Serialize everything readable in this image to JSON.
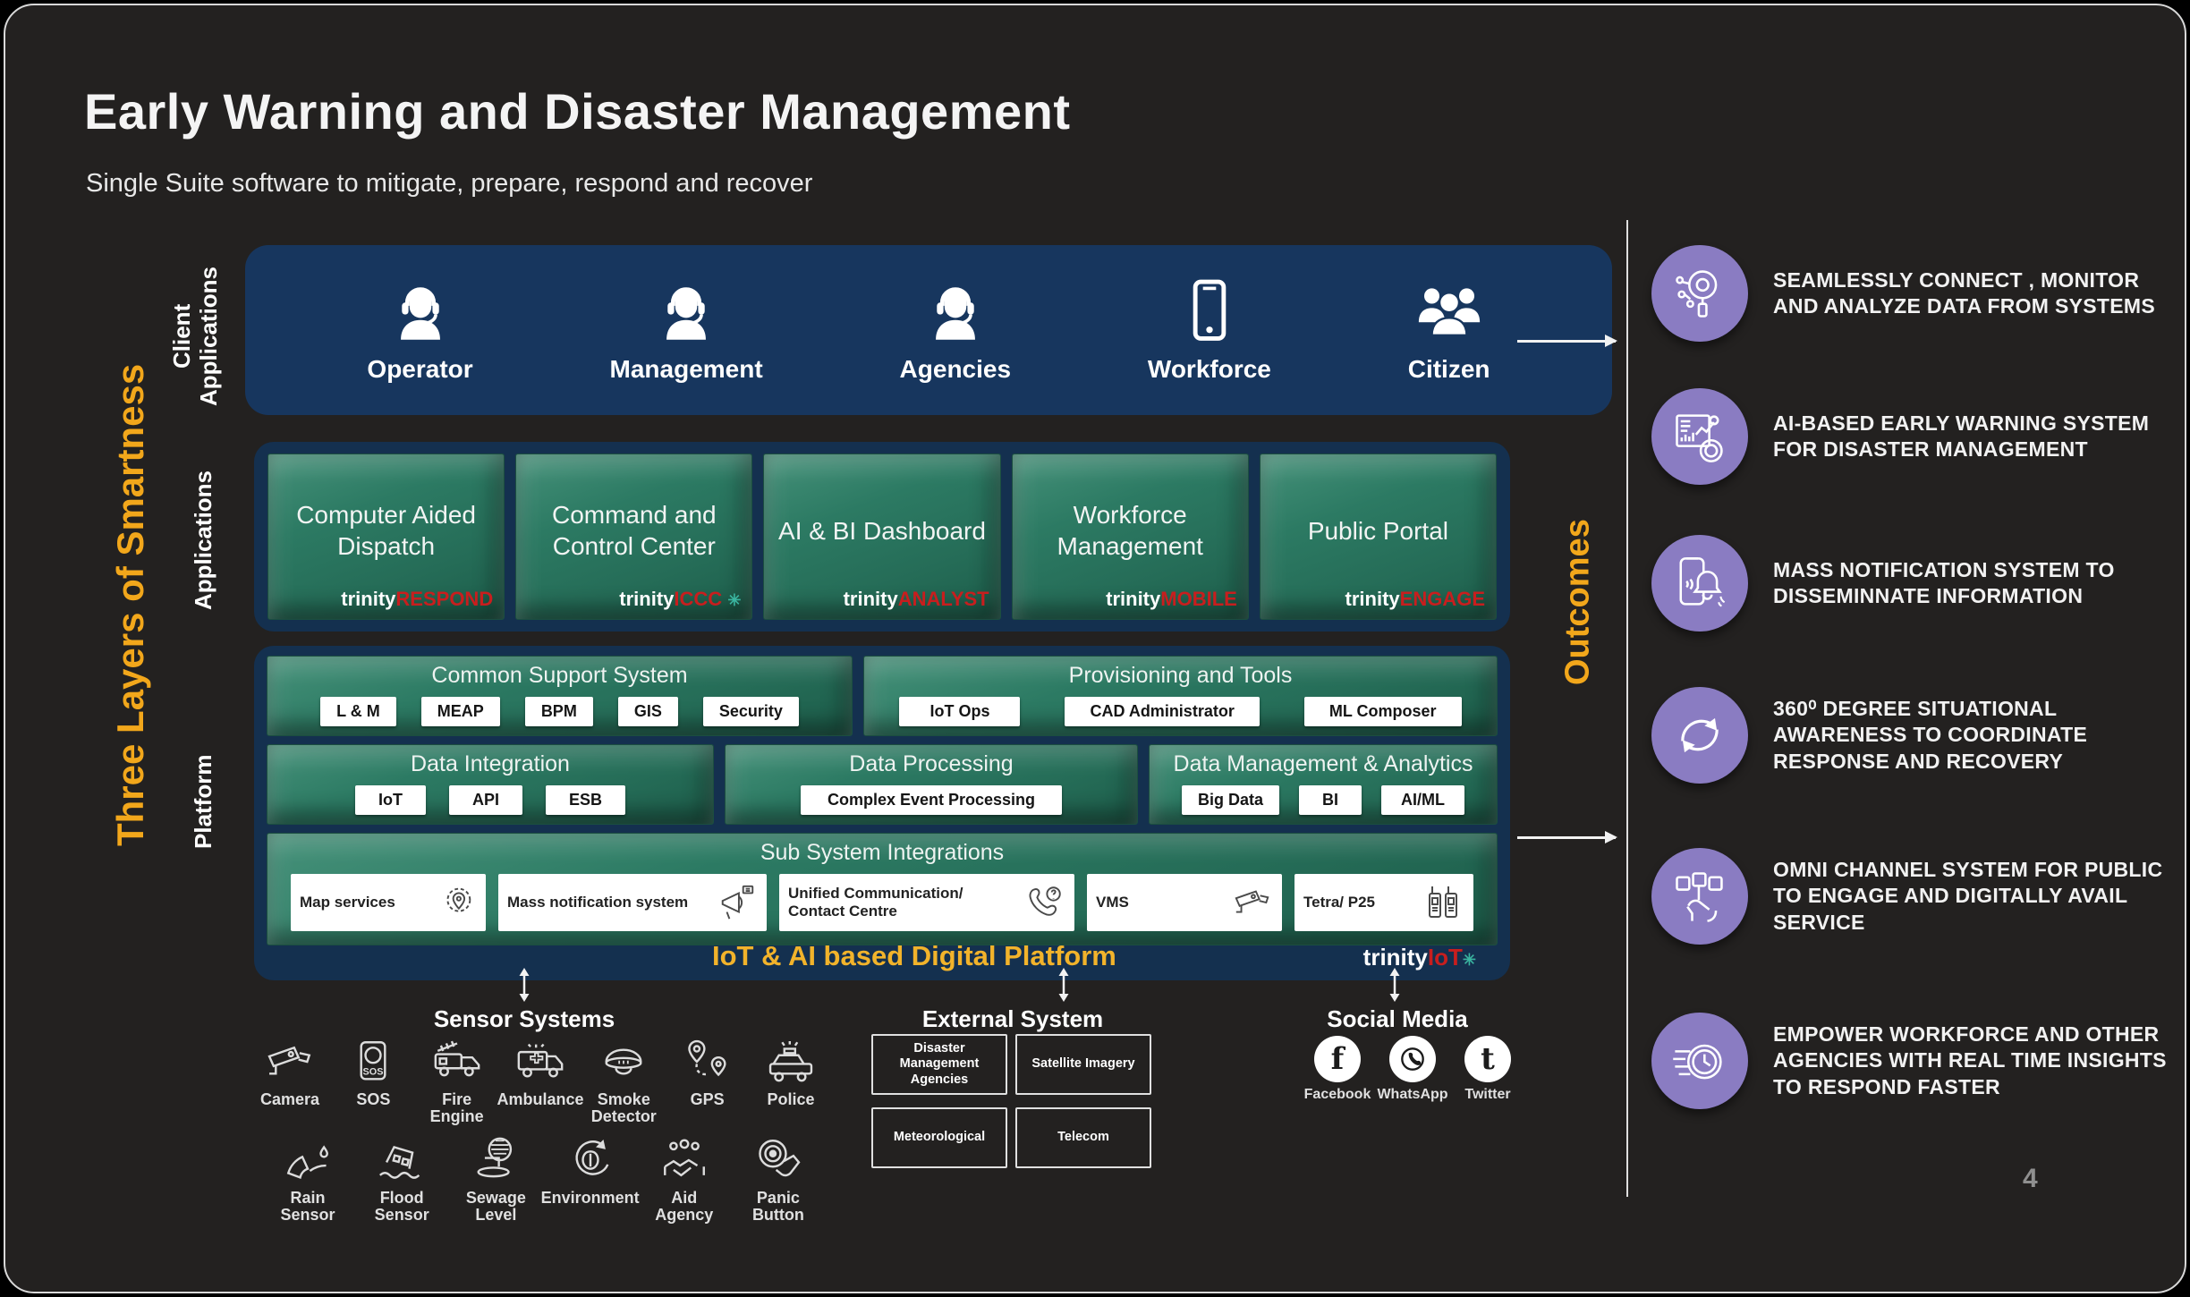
{
  "slide": {
    "title": "Early Warning and Disaster Management",
    "subtitle": "Single Suite software to mitigate, prepare, respond and recover",
    "page_number": "4"
  },
  "left_rail": {
    "headline": "Three Layers of Smartness",
    "layer_client": "Client Applications",
    "layer_apps": "Applications",
    "layer_platform": "Platform"
  },
  "client_applications": {
    "items": [
      {
        "label": "Operator",
        "icon": "headset-person-icon"
      },
      {
        "label": "Management",
        "icon": "headset-person-icon"
      },
      {
        "label": "Agencies",
        "icon": "headset-person-icon"
      },
      {
        "label": "Workforce",
        "icon": "smartphone-icon"
      },
      {
        "label": "Citizen",
        "icon": "people-group-icon"
      }
    ]
  },
  "applications": {
    "boxes": [
      {
        "label": "Computer Aided Dispatch",
        "brand": "trinity",
        "suffix": "RESPOND"
      },
      {
        "label": "Command and Control Center",
        "brand": "trinity",
        "suffix": "ICCC",
        "asterisk": "✳"
      },
      {
        "label": "AI & BI Dashboard",
        "brand": "trinity",
        "suffix": "ANALYST"
      },
      {
        "label": "Workforce Management",
        "brand": "trinity",
        "suffix": "MOBILE"
      },
      {
        "label": "Public Portal",
        "brand": "trinity",
        "suffix": "ENGAGE"
      }
    ]
  },
  "platform": {
    "common_support": {
      "title": "Common Support System",
      "chips": [
        "L & M",
        "MEAP",
        "BPM",
        "GIS",
        "Security"
      ]
    },
    "provisioning": {
      "title": "Provisioning and Tools",
      "chips": [
        "IoT Ops",
        "CAD Administrator",
        "ML Composer"
      ]
    },
    "data_integration": {
      "title": "Data Integration",
      "chips": [
        "IoT",
        "API",
        "ESB"
      ]
    },
    "data_processing": {
      "title": "Data Processing",
      "chips": [
        "Complex Event Processing"
      ]
    },
    "data_management": {
      "title": "Data Management & Analytics",
      "chips": [
        "Big Data",
        "BI",
        "AI/ML"
      ]
    },
    "sub_system": {
      "title": "Sub System Integrations",
      "cards": [
        {
          "label": "Map services",
          "icon": "map-gear-pin-icon"
        },
        {
          "label": "Mass notification system",
          "icon": "megaphone-icon"
        },
        {
          "label": "Unified Communication/ Contact Centre",
          "icon": "phone-handset-icon"
        },
        {
          "label": "VMS",
          "icon": "cctv-camera-icon"
        },
        {
          "label": "Tetra/ P25",
          "icon": "radio-handsets-icon"
        }
      ]
    },
    "footer_label": "IoT & AI based Digital Platform",
    "brand": {
      "name": "trinity",
      "suffix": "IoT",
      "asterisk": "✳"
    }
  },
  "bottom": {
    "sensor_systems": {
      "title": "Sensor Systems",
      "row1": [
        {
          "label": "Camera",
          "icon": "cctv-camera-icon"
        },
        {
          "label": "SOS",
          "icon": "sos-badge-icon"
        },
        {
          "label": "Fire Engine",
          "icon": "fire-truck-icon"
        },
        {
          "label": "Ambulance",
          "icon": "ambulance-icon"
        },
        {
          "label": "Smoke Detector",
          "icon": "smoke-detector-icon"
        },
        {
          "label": "GPS",
          "icon": "map-pins-icon"
        },
        {
          "label": "Police",
          "icon": "police-car-icon"
        }
      ],
      "row2": [
        {
          "label": "Rain Sensor",
          "icon": "wiper-rain-icon"
        },
        {
          "label": "Flood Sensor",
          "icon": "flooded-house-icon"
        },
        {
          "label": "Sewage Level",
          "icon": "manhole-grid-icon"
        },
        {
          "label": "Environment",
          "icon": "leaf-cycle-icon"
        },
        {
          "label": "Aid Agency",
          "icon": "handshake-people-icon"
        },
        {
          "label": "Panic Button",
          "icon": "press-hand-icon"
        }
      ]
    },
    "external_system": {
      "title": "External System",
      "boxes": [
        "Disaster Management Agencies",
        "Satellite Imagery",
        "Meteorological",
        "Telecom"
      ]
    },
    "social_media": {
      "title": "Social Media",
      "items": [
        {
          "label": "Facebook",
          "icon": "facebook-icon"
        },
        {
          "label": "WhatsApp",
          "icon": "whatsapp-icon"
        },
        {
          "label": "Twitter",
          "icon": "twitter-icon"
        }
      ]
    }
  },
  "outcomes": {
    "rail_label": "Outcomes",
    "items": [
      {
        "text": "SEAMLESSLY CONNECT , MONITOR AND ANALYZE DATA FROM SYSTEMS",
        "icon": "magnifier-network-icon"
      },
      {
        "text": "AI-BASED EARLY WARNING SYSTEM FOR DISASTER MANAGEMENT",
        "icon": "analytics-dashboard-icon"
      },
      {
        "text": "MASS NOTIFICATION SYSTEM TO  DISSEMINNATE INFORMATION",
        "icon": "phone-alert-bell-icon"
      },
      {
        "text": "360⁰ DEGREE SITUATIONAL AWARENESS TO COORDINATE RESPONSE AND RECOVERY",
        "icon": "circular-arrows-icon"
      },
      {
        "text": "OMNI CHANNEL SYSTEM FOR  PUBLIC TO ENGAGE AND DIGITALLY AVAIL SERVICE",
        "icon": "social-channels-hand-icon"
      },
      {
        "text": "EMPOWER WORKFORCE AND OTHER AGENCIES WITH REAL TIME INSIGHTS TO RESPOND FASTER",
        "icon": "fast-clock-icon"
      }
    ]
  },
  "colors": {
    "gold": "#F2A71B",
    "navy": "#17365E",
    "green": "#2B7C65",
    "purple": "#8A7CC2",
    "brand_red": "#C81E1E"
  }
}
